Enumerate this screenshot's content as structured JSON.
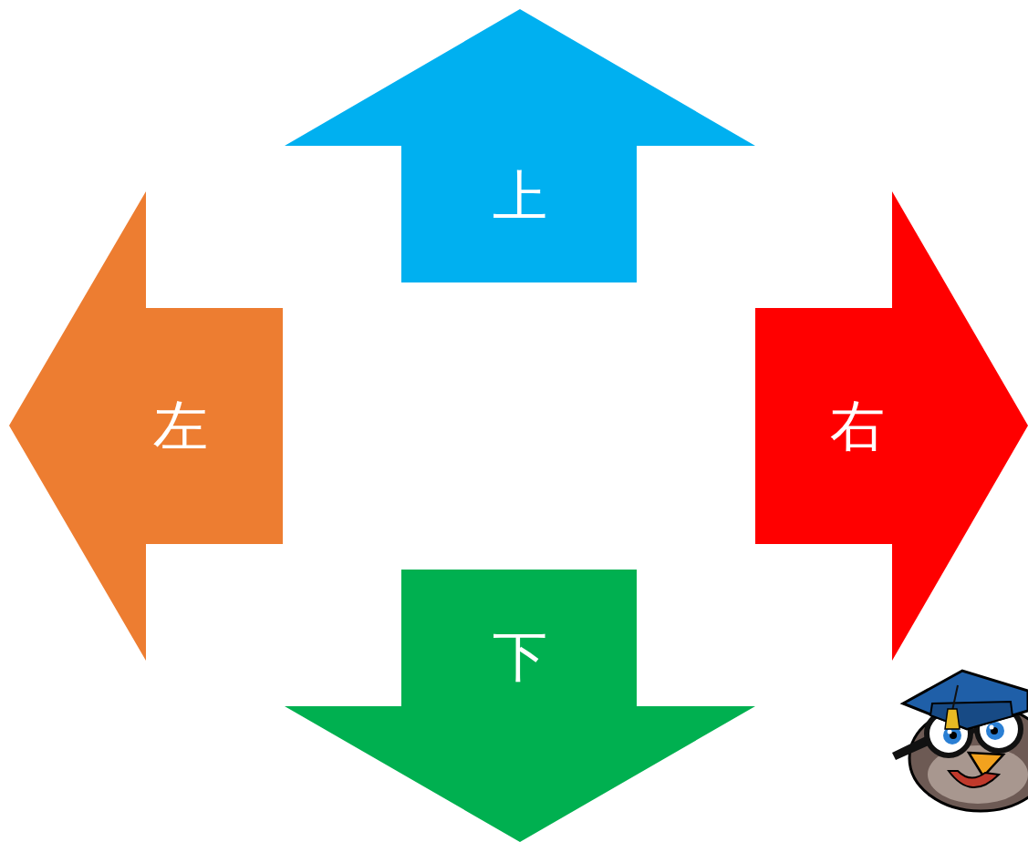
{
  "diagram": {
    "nodes": [
      {
        "text": [
          "上"
        ]
      },
      {
        "text": [
          "左"
        ]
      },
      {
        "text": [
          "右"
        ]
      },
      {
        "text": [
          "下"
        ]
      }
    ]
  }
}
